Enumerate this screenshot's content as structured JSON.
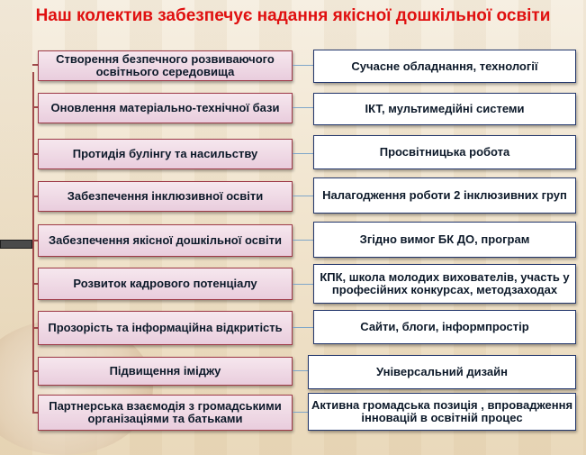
{
  "title": "Наш колектив забезпечує надання якісної дошкільної освіти",
  "rows": [
    {
      "left": "Створення безпечного розвиваючого освітнього середовища",
      "right": "Сучасне обладнання, технології"
    },
    {
      "left": "Оновлення матеріально-технічної бази",
      "right": "ІКТ, мультимедійні системи"
    },
    {
      "left": "Протидія булінгу та насильству",
      "right": "Просвітницька робота"
    },
    {
      "left": "Забезпечення інклюзивної освіти",
      "right": "Налагодження роботи 2 інклюзивних груп"
    },
    {
      "left": "Забезпечення якісної дошкільної освіти",
      "right": "Згідно вимог БК ДО, програм"
    },
    {
      "left": "Розвиток кадрового потенціалу",
      "right": "КПК, школа молодих вихователів, участь у професійних конкурсах, методзаходах"
    },
    {
      "left": "Прозорість та інформаційна відкритість",
      "right": "Сайти, блоги, інформпростір"
    },
    {
      "left": "Підвищення іміджу",
      "right": "Універсальний дизайн"
    },
    {
      "left": "Партнерська взаємодія з громадськими організаціями та батьками",
      "right": "Активна громадська позиція , впровадження інновацій в освітній процес"
    }
  ]
}
